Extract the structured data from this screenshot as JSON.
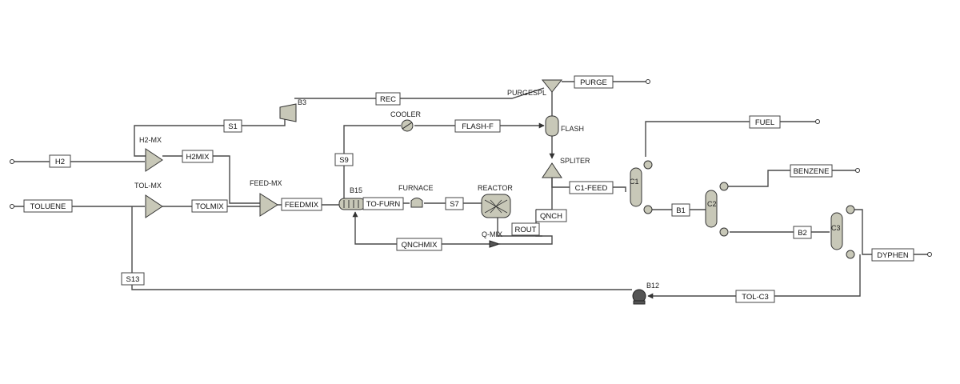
{
  "streams": {
    "h2": "H2",
    "toluene": "TOLUENE",
    "h2mix": "H2MIX",
    "tolmix": "TOLMIX",
    "feedmix": "FEEDMIX",
    "s1": "S1",
    "rec": "REC",
    "purge": "PURGE",
    "s9": "S9",
    "flash_f": "FLASH-F",
    "to_furn": "TO-FURN",
    "s7": "S7",
    "rout": "ROUT",
    "qnch": "QNCH",
    "qnchmix": "QNCHMIX",
    "c1_feed": "C1-FEED",
    "fuel": "FUEL",
    "benzene": "BENZENE",
    "b1": "B1",
    "b2": "B2",
    "dyphen": "DYPHEN",
    "tol_c3": "TOL-C3",
    "s13": "S13"
  },
  "units": {
    "h2_mx": "H2-MX",
    "tol_mx": "TOL-MX",
    "feed_mx": "FEED-MX",
    "b3": "B3",
    "purgespl": "PURGESPL",
    "cooler": "COOLER",
    "flash": "FLASH",
    "spliter": "SPLITER",
    "b15": "B15",
    "furnace": "FURNACE",
    "reactor": "REACTOR",
    "q_mix": "Q-MIX",
    "c1": "C1",
    "c2": "C2",
    "c3": "C3",
    "b12": "B12"
  }
}
